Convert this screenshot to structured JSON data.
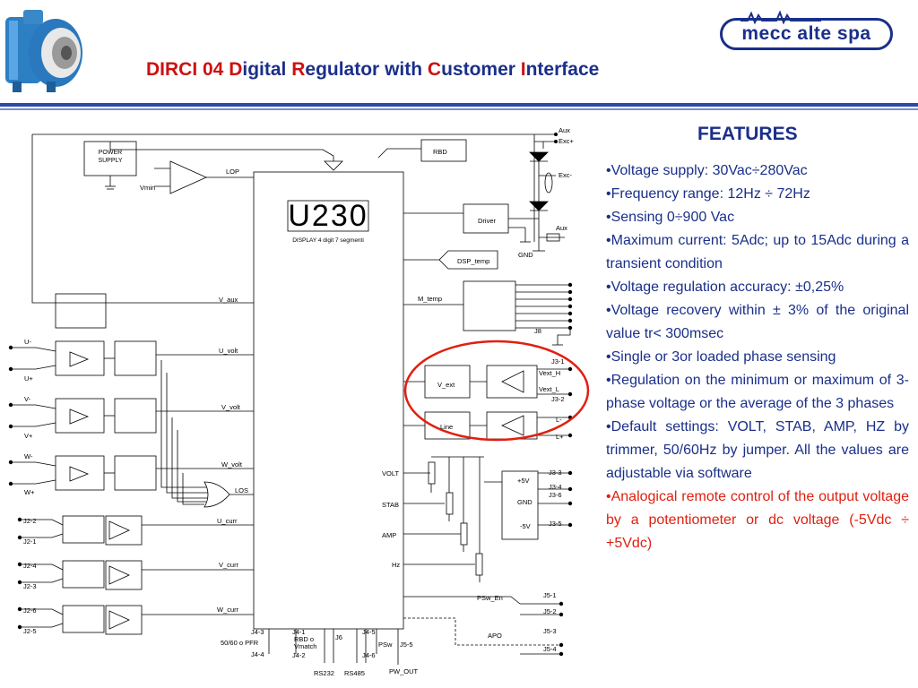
{
  "header": {
    "title_parts": [
      {
        "t": "DIRCI 04  ",
        "c": "cap"
      },
      {
        "t": "D",
        "c": "cap"
      },
      {
        "t": "igital ",
        "c": "rest"
      },
      {
        "t": "R",
        "c": "cap"
      },
      {
        "t": "egulator with ",
        "c": "rest"
      },
      {
        "t": "C",
        "c": "cap"
      },
      {
        "t": "ustomer ",
        "c": "rest"
      },
      {
        "t": "I",
        "c": "cap"
      },
      {
        "t": "nterface",
        "c": "rest"
      }
    ],
    "logo_text": "mecc alte spa"
  },
  "colors": {
    "brand_blue": "#1a2f8a",
    "accent_red": "#cc1111",
    "highlight_red": "#e02010"
  },
  "features": {
    "title": "FEATURES",
    "bullet": "•",
    "items": [
      {
        "text": "Voltage supply: 30Vac÷280Vac",
        "highlight": false
      },
      {
        "text": "Frequency range: 12Hz ÷ 72Hz",
        "highlight": false
      },
      {
        "text": "Sensing 0÷900 Vac",
        "highlight": false
      },
      {
        "text": "Maximum current: 5Adc; up to 15Adc during a transient condition",
        "highlight": false
      },
      {
        "text": "Voltage regulation accuracy: ±0,25%",
        "highlight": false
      },
      {
        "text": "Voltage recovery within ± 3% of the original value tr< 300msec",
        "highlight": false
      },
      {
        "text": "Single or 3or loaded phase sensing",
        "highlight": false
      },
      {
        "text": "Regulation on the minimum or maximum of 3-phase voltage or the average of the 3 phases",
        "highlight": false
      },
      {
        "text": "Default settings: VOLT, STAB, AMP, HZ by trimmer, 50/60Hz by jumper. All the values are adjustable via software",
        "highlight": false
      },
      {
        "text": "Analogical remote control of the output voltage by a potentiometer or dc voltage (-5Vdc ÷ +5Vdc)",
        "highlight": true
      }
    ]
  },
  "diagram": {
    "power_supply": "POWER SUPPLY",
    "vmin": "Vmin",
    "lop": "LOP",
    "display_value": "U230",
    "display_caption": "DISPLAY 4 digit 7 segmenti",
    "rbd": "RBD",
    "aux_top": "Aux",
    "exc_plus": "Exc+",
    "exc_minus": "Exc-",
    "aux_mid": "Aux",
    "driver": "Driver",
    "gnd_top": "GND",
    "dsp_temp": "DSP_temp",
    "v_aux": "V_aux",
    "m_temp": "M_temp",
    "j8": "J8",
    "u_volt": "U_volt",
    "v_volt": "V_volt",
    "w_volt": "W_volt",
    "los": "LOS",
    "u_curr": "U_curr",
    "v_curr": "V_curr",
    "w_curr": "W_curr",
    "phase_in": [
      "U-",
      "U+",
      "V-",
      "V+",
      "W-",
      "W+"
    ],
    "current_in": [
      "J2-2",
      "J2-1",
      "J2-4",
      "J2-3",
      "J2-6",
      "J2-5"
    ],
    "v_ext": "V_ext",
    "j3_1": "J3-1",
    "vext_h": "Vext_H",
    "vext_l": "Vext_L",
    "j3_2": "J3-2",
    "line": "Line",
    "l_minus": "L-",
    "l_plus": "L+",
    "volt": "VOLT",
    "stab": "STAB",
    "amp": "AMP",
    "hz": "Hz",
    "plus5v": "+5V",
    "gnd": "GND",
    "minus5v": "-5V",
    "j3_3": "J3-3",
    "j3_4": "J3-4",
    "j3_6": "J3-6",
    "j3_5": "J3-5",
    "psw_en": "PSw_En",
    "apo": "APO",
    "j5_1": "J5-1",
    "j5_2": "J5-2",
    "j5_3": "J5-3",
    "j5_4": "J5-4",
    "j4_3": "J4-3",
    "pfr": "50/60 o PFR",
    "j4_4": "J4-4",
    "j4_1": "J4-1",
    "rbd_o": "RBD o",
    "vmatch": "Vmatch",
    "j4_2": "J4-2",
    "j6": "J6",
    "j4_5": "J4-5",
    "psw": "PSw",
    "j4_6": "J4-6",
    "j5_5": "J5-5",
    "rs232": "RS232",
    "rs485": "RS485",
    "pw_out": "PW_OUT"
  }
}
